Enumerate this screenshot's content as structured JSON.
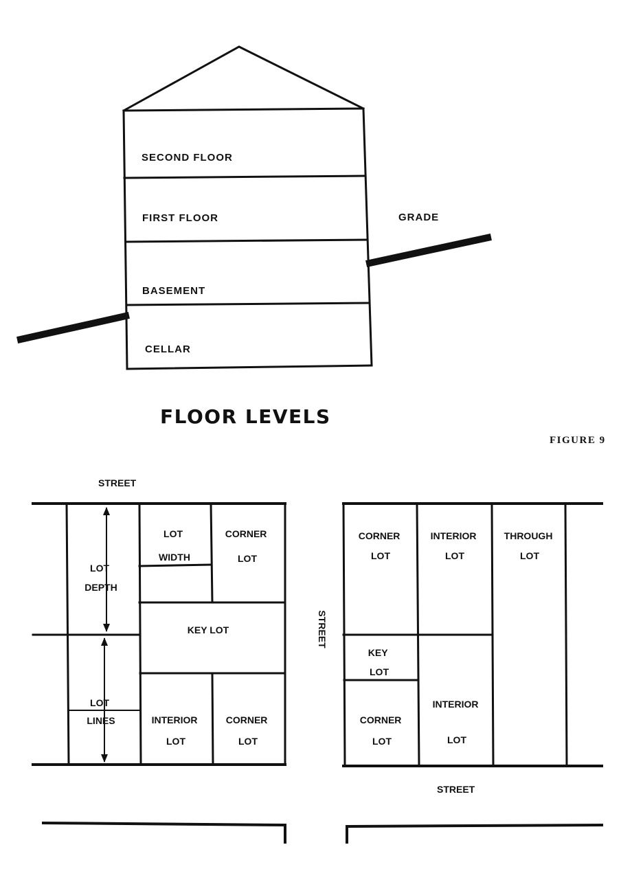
{
  "floor_diagram": {
    "floors": {
      "second": "SECOND FLOOR",
      "first": "FIRST FLOOR",
      "basement": "BASEMENT",
      "cellar": "CELLAR"
    },
    "grade_label": "GRADE",
    "title": "FLOOR LEVELS"
  },
  "figure_label": "FIGURE 9",
  "lot_diagram": {
    "street_top": "STREET",
    "street_middle": "STREET",
    "street_bottom": "STREET",
    "left_block": {
      "lot_depth": [
        "LOT",
        "DEPTH"
      ],
      "lot_lines": [
        "LOT",
        "LINES"
      ],
      "lot_width": [
        "LOT",
        "WIDTH"
      ],
      "corner_lot_top": [
        "CORNER",
        "LOT"
      ],
      "key_lot": "KEY LOT",
      "interior_lot": [
        "INTERIOR",
        "LOT"
      ],
      "corner_lot_bottom": [
        "CORNER",
        "LOT"
      ]
    },
    "right_block": {
      "corner_lot_top": [
        "CORNER",
        "LOT"
      ],
      "interior_lot_top": [
        "INTERIOR",
        "LOT"
      ],
      "through_lot": [
        "THROUGH",
        "LOT"
      ],
      "key_lot": [
        "KEY",
        "LOT"
      ],
      "corner_lot_bottom": [
        "CORNER",
        "LOT"
      ],
      "interior_lot_bottom": [
        "INTERIOR",
        "LOT"
      ]
    }
  }
}
